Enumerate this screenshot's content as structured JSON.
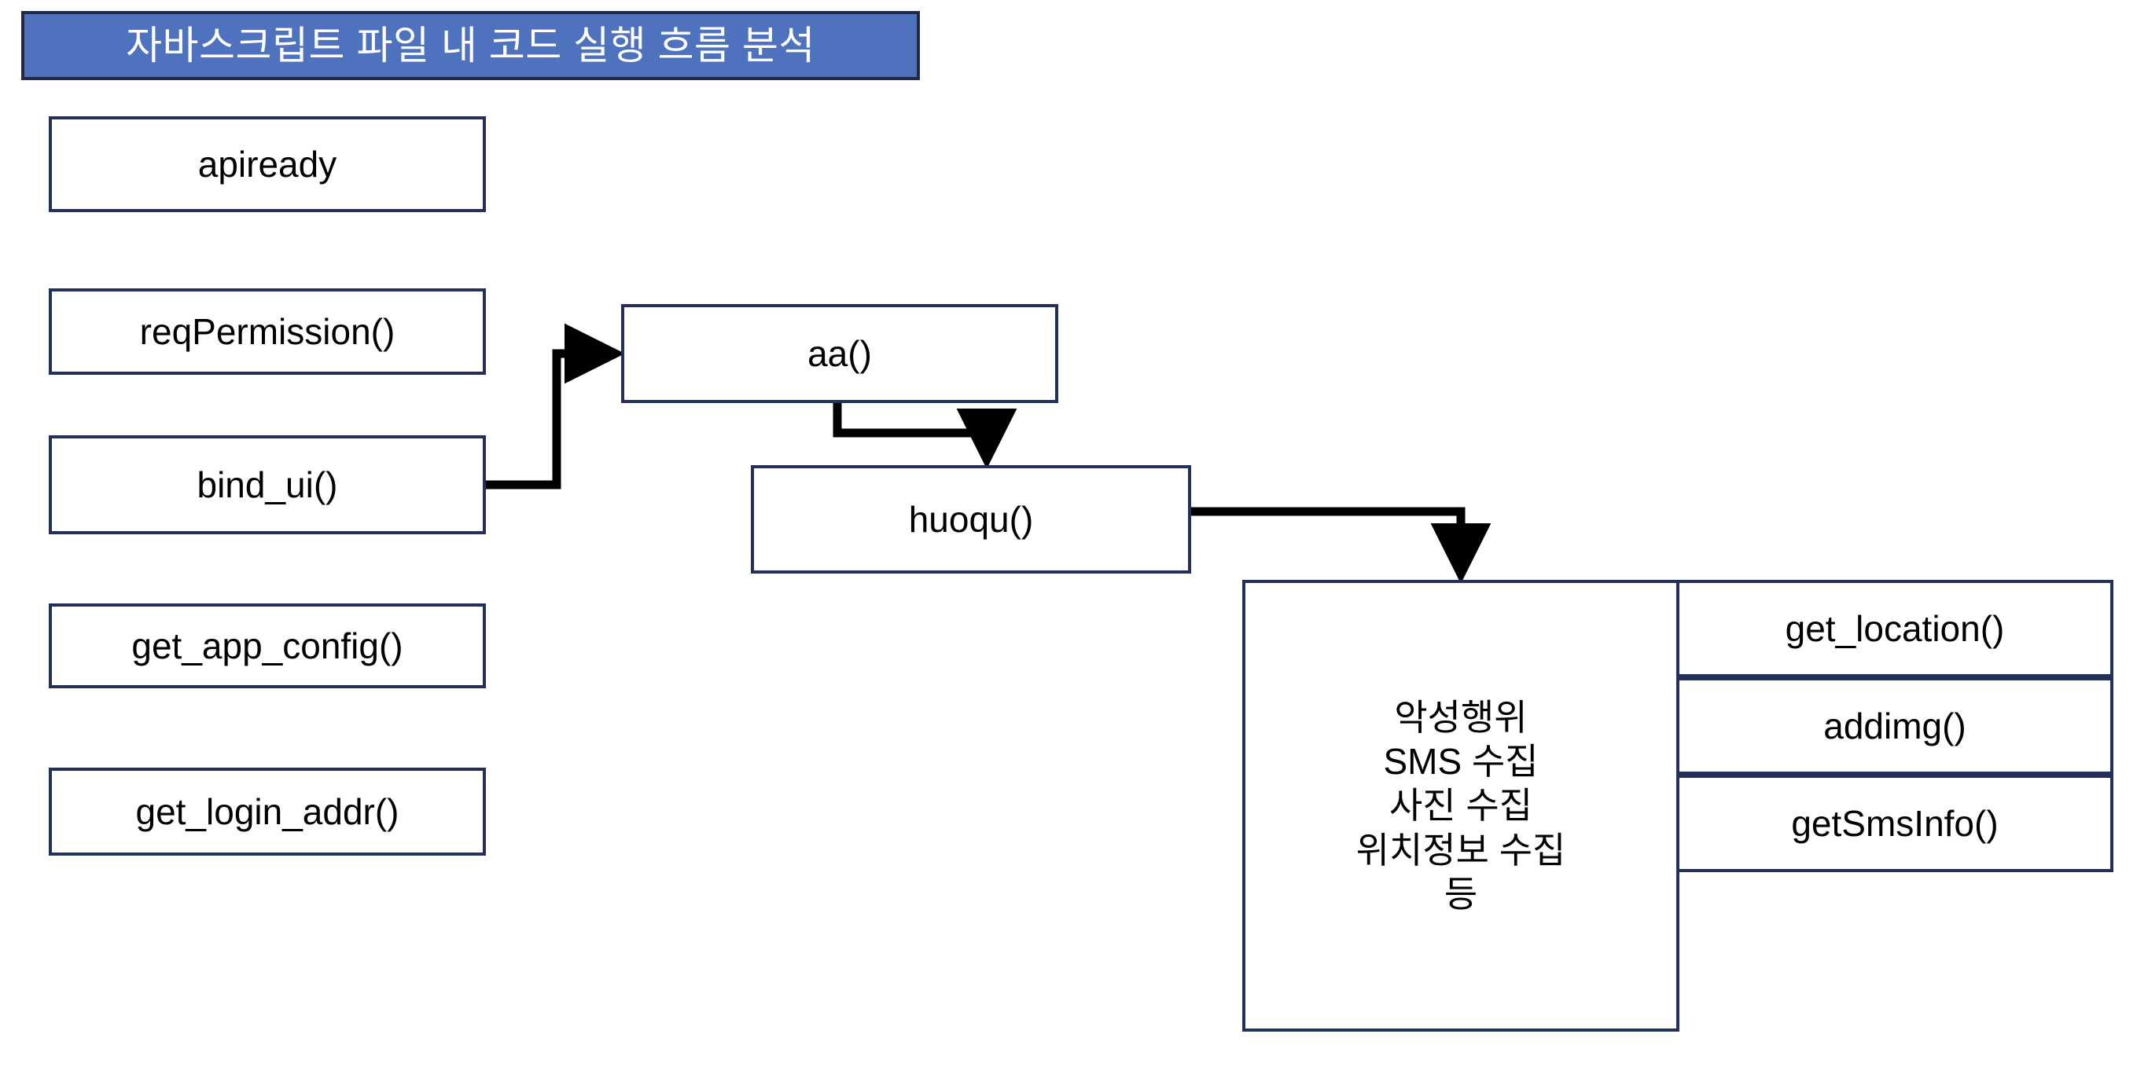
{
  "title": {
    "text": "자바스크립트 파일 내 코드 실행 흐름 분석",
    "background_color": "#4f72bf",
    "border_color": "#1f2a4a",
    "text_color": "#ffffff"
  },
  "theme": {
    "page_background": "#ffffff",
    "box_fill": "#ffffff",
    "box_border": "#23305a",
    "connector_color": "#000000",
    "label_color": "#000000"
  },
  "nodes": {
    "apiready": "apiready",
    "req_permission": "reqPermission()",
    "bind_ui": "bind_ui()",
    "get_app_config": "get_app_config()",
    "get_login_addr": "get_login_addr()",
    "aa": "aa()",
    "huoqu": "huoqu()",
    "malicious": "악성행위\nSMS 수집\n사진 수집\n위치정보 수집\n등",
    "get_location": "get_location()",
    "addimg": "addimg()",
    "get_sms_info": "getSmsInfo()"
  },
  "connectors": [
    {
      "from": "bind_ui",
      "to": "aa",
      "style": "elbow-up-right",
      "arrowhead": true
    },
    {
      "from": "aa",
      "to": "huoqu",
      "style": "elbow-down-right",
      "arrowhead": true
    },
    {
      "from": "huoqu",
      "to": "malicious",
      "style": "elbow-right-down",
      "arrowhead": true
    }
  ]
}
